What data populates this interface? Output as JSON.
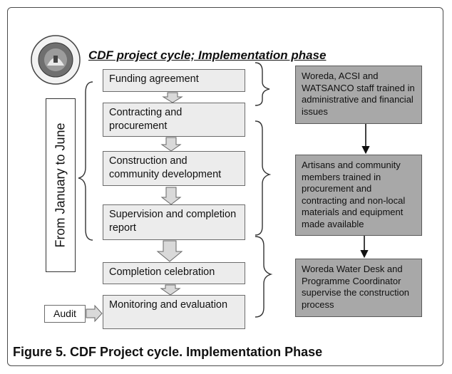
{
  "title": "CDF project cycle; Implementation phase",
  "vertical_label": "From January to June",
  "steps": [
    "Funding agreement",
    "Contracting and procurement",
    "Construction and community development",
    "Supervision and completion report",
    "Completion celebration",
    "Monitoring and evaluation"
  ],
  "audit_label": "Audit",
  "notes": [
    "Woreda, ACSI and WATSANCO staff trained in administrative and financial issues",
    "Artisans and community members trained in procurement and contracting and non-local materials and equipment made available",
    "Woreda Water Desk and Programme Coordinator supervise the construction process"
  ],
  "caption": "Figure 5. CDF Project cycle. Implementation Phase",
  "colors": {
    "step_fill": "#ececec",
    "note_fill": "#a8a8a8",
    "frame": "#4a4a4a"
  }
}
